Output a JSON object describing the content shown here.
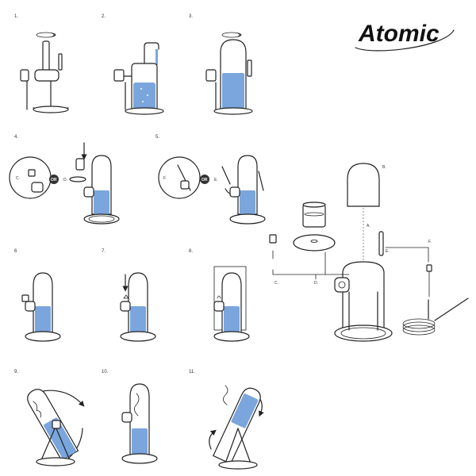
{
  "brand": {
    "name": "Atomic"
  },
  "colors": {
    "water": "#7aa6dd",
    "water_dark": "#4f83c8",
    "ink": "#222222",
    "badge": "#333333"
  },
  "steps": [
    {
      "label": "1."
    },
    {
      "label": "2."
    },
    {
      "label": "3."
    },
    {
      "label": "4."
    },
    {
      "label": "5."
    },
    {
      "label": "6"
    },
    {
      "label": "7."
    },
    {
      "label": "8."
    },
    {
      "label": "9."
    },
    {
      "label": "10."
    },
    {
      "label": "11."
    }
  ],
  "step4": {
    "c_label": "C.",
    "d_label": "D.",
    "or_label": "OR"
  },
  "step5": {
    "f_label": "F.",
    "e_label": "E.",
    "or_label": "OR"
  },
  "exploded": {
    "labels": {
      "a": "A.",
      "b": "B.",
      "c": "C.",
      "d": "D.",
      "e": "E.",
      "f": "F."
    }
  }
}
